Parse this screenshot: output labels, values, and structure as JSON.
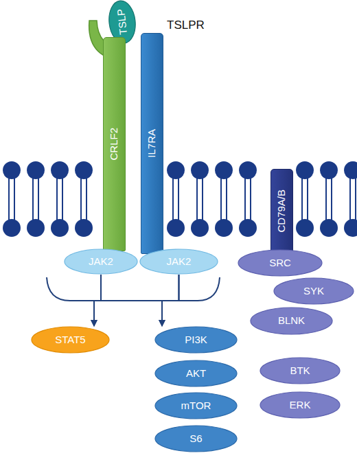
{
  "diagram": {
    "nodes": [
      {
        "text": [
          "TSLP"
        ]
      },
      {
        "text": [
          "CRLF2"
        ]
      },
      {
        "text": [
          "IL7RA"
        ]
      },
      {
        "text": [
          "CD79A/B"
        ]
      },
      {
        "text": [
          "JAK2"
        ]
      },
      {
        "text": [
          "JAK2"
        ]
      },
      {
        "text": [
          "SRC"
        ]
      },
      {
        "text": [
          "SYK"
        ]
      },
      {
        "text": [
          "BLNK"
        ]
      },
      {
        "text": [
          "STAT5"
        ]
      },
      {
        "text": [
          "PI3K"
        ]
      },
      {
        "text": [
          "AKT"
        ]
      },
      {
        "text": [
          "mTOR"
        ]
      },
      {
        "text": [
          "S6"
        ]
      },
      {
        "text": [
          "BTK"
        ]
      },
      {
        "text": [
          "ERK"
        ]
      }
    ],
    "edges": [
      {
        "from": 4,
        "to": 9,
        "arrow": "to"
      },
      {
        "from": 4,
        "to": 10,
        "arrow": "to"
      },
      {
        "from": 5,
        "to": 9,
        "arrow": "to"
      },
      {
        "from": 5,
        "to": 10,
        "arrow": "to"
      }
    ],
    "labels": [
      "TSLPR"
    ]
  }
}
